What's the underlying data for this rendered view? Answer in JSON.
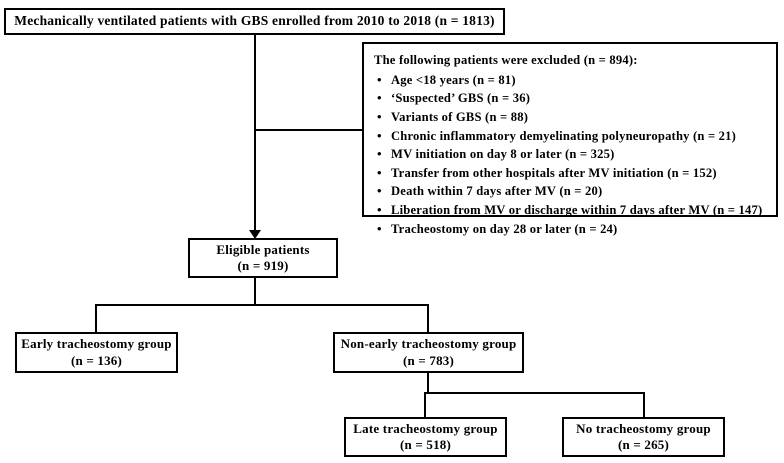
{
  "diagram": {
    "title": "Patient flow diagram",
    "colors": {
      "stroke": "#000000",
      "background": "#ffffff",
      "text": "#000000"
    },
    "nodes": {
      "enrolled": {
        "label": "Mechanically ventilated patients with GBS enrolled from 2010 to 2018 (n = 1813)"
      },
      "excluded": {
        "heading": "The following patients were excluded (n = 894):",
        "items": [
          "Age <18 years (n = 81)",
          "‘Suspected’ GBS (n = 36)",
          "Variants of GBS (n = 88)",
          "Chronic inflammatory demyelinating polyneuropathy  (n = 21)",
          "MV initiation on day 8 or later (n = 325)",
          "Transfer from other hospitals after MV initiation (n = 152)",
          "Death within 7 days after MV (n = 20)",
          "Liberation from MV or discharge within 7 days after MV (n = 147)",
          "Tracheostomy on day 28 or later (n = 24)"
        ]
      },
      "eligible": {
        "label": "Eligible patients",
        "count": "(n = 919)"
      },
      "early_tracheostomy": {
        "label": "Early tracheostomy group",
        "count": "(n = 136)"
      },
      "non_early_tracheostomy": {
        "label": "Non-early tracheostomy group",
        "count": "(n = 783)"
      },
      "late_tracheostomy": {
        "label": "Late tracheostomy group",
        "count": "(n = 518)"
      },
      "no_tracheostomy": {
        "label": "No tracheostomy group",
        "count": "(n = 265)"
      }
    }
  }
}
